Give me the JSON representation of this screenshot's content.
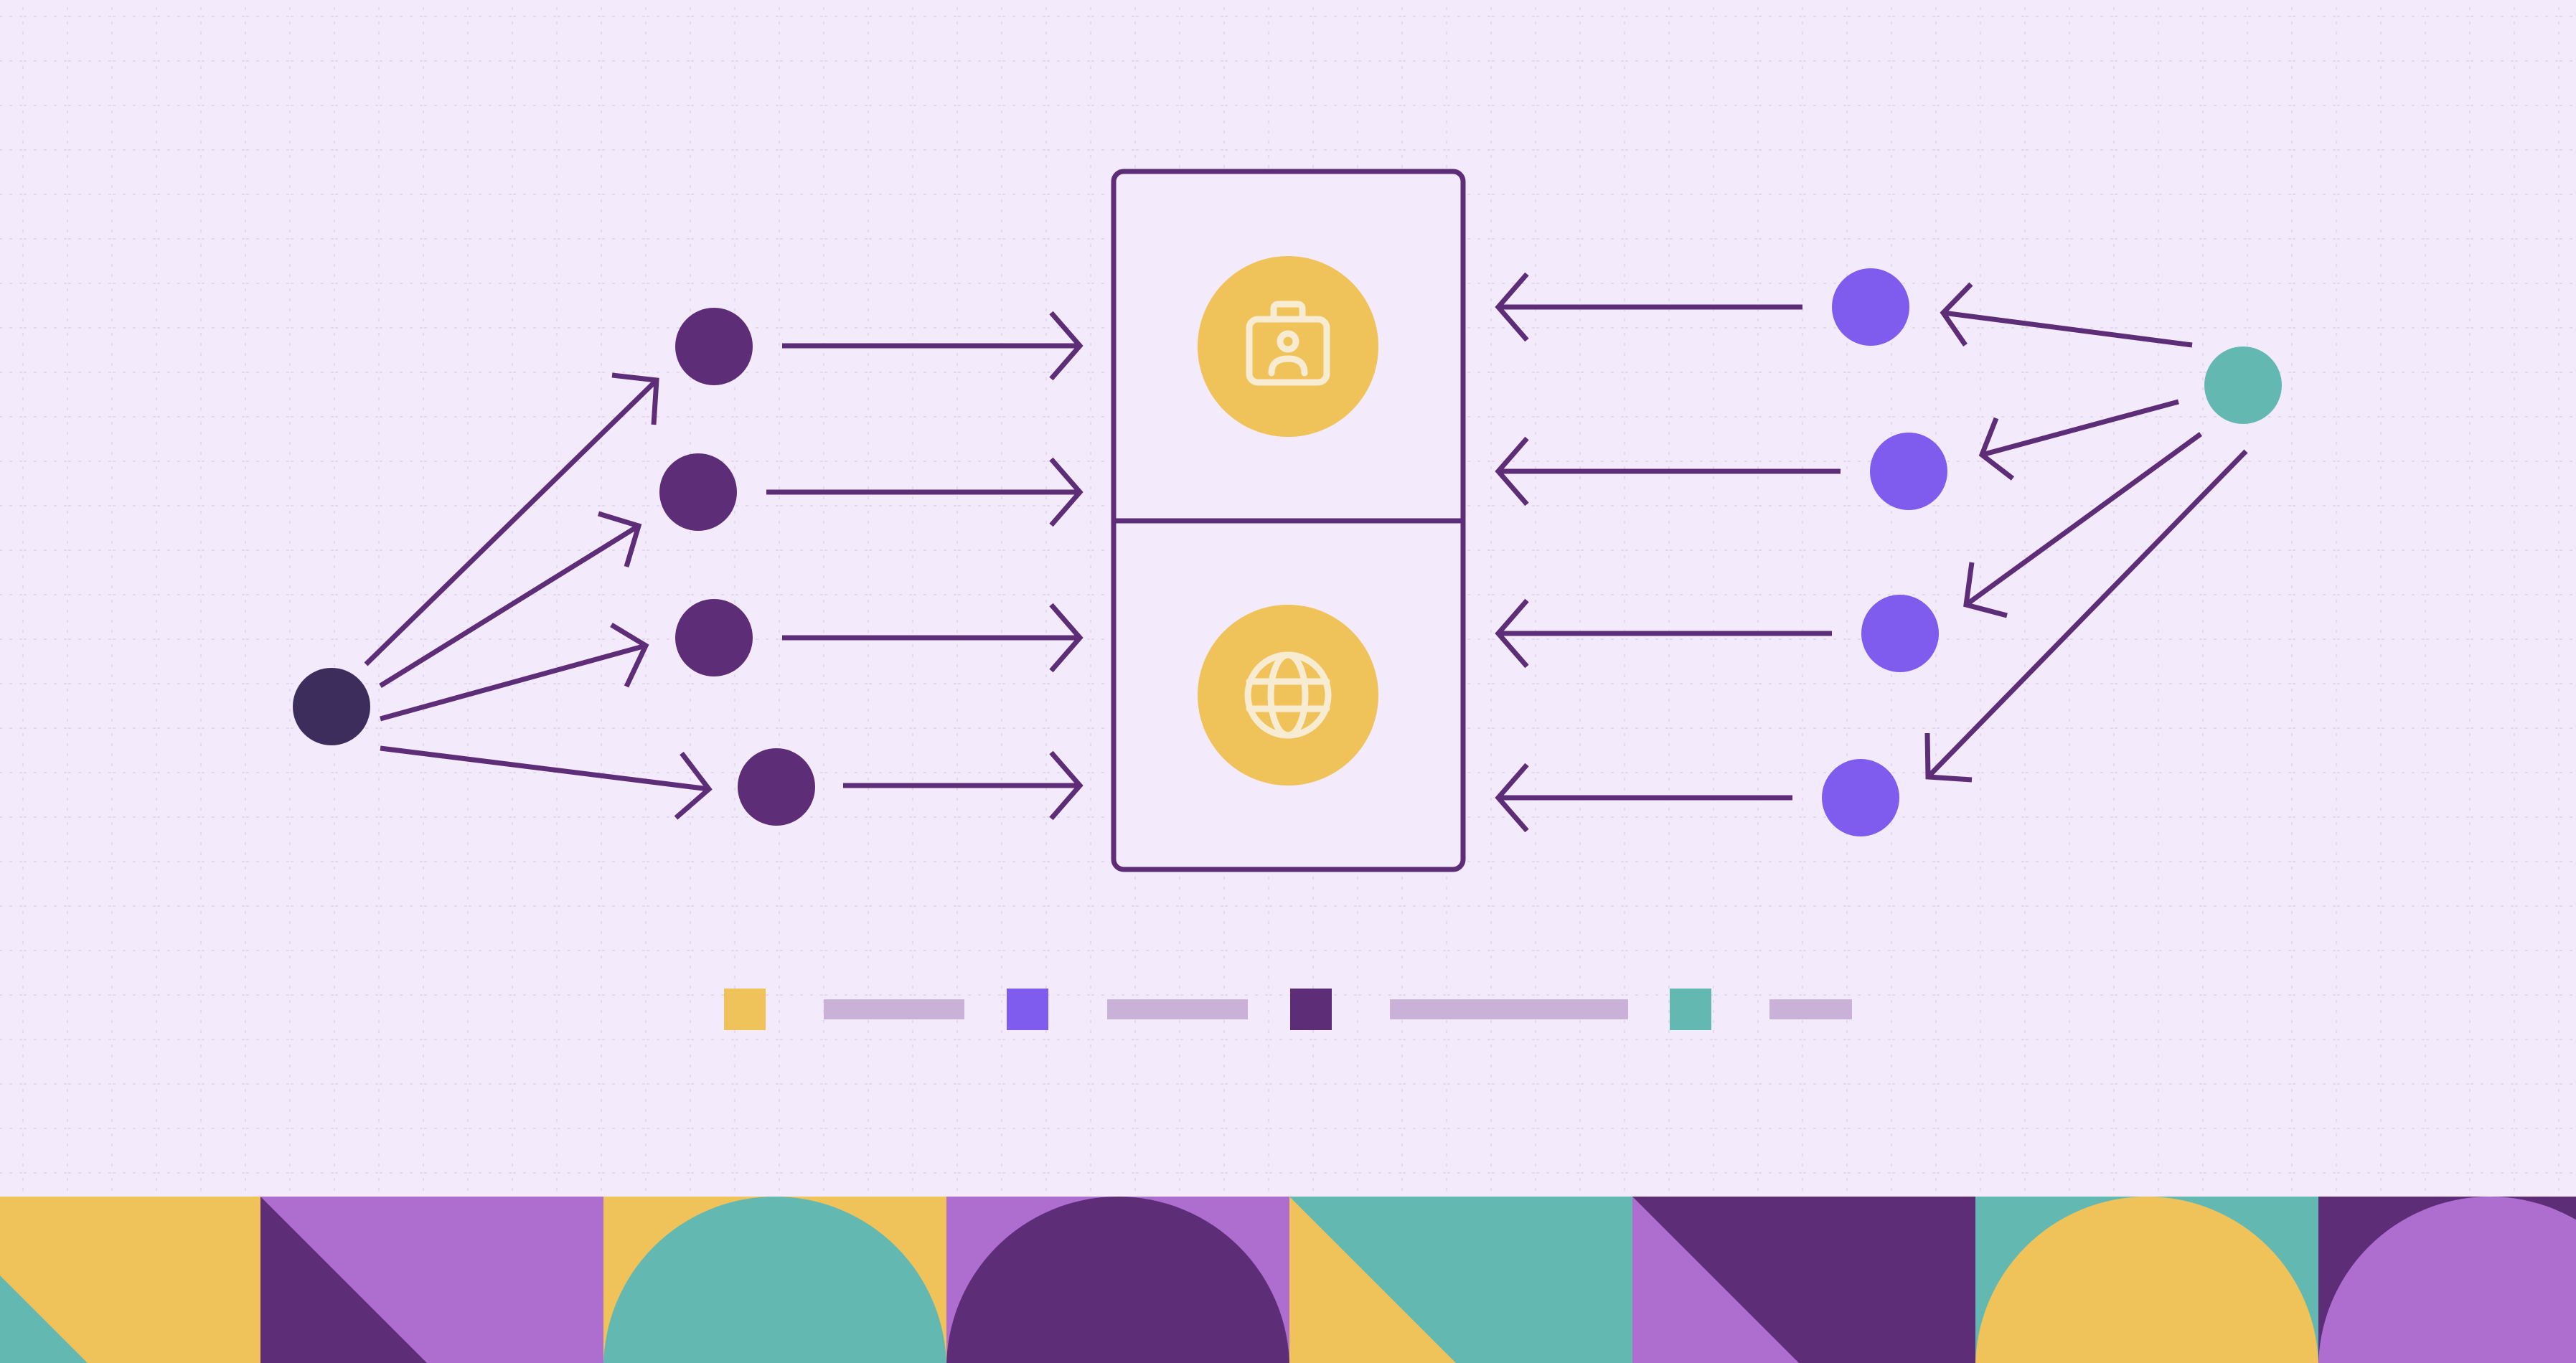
{
  "colors": {
    "background": "#f3ebfc",
    "grid": "#e3d8ef",
    "stroke": "#5e2d78",
    "source_node": "#3d2d5c",
    "left_node": "#5e2d78",
    "right_node": "#7f5bee",
    "hub_node": "#63b8b2",
    "icon_circle": "#f0c25a",
    "icon_stroke": "#f7ecd2",
    "legend_bar": "#c9b1d8",
    "yellow": "#f0c25a",
    "teal": "#63b8b2",
    "lilac": "#ad6ecf",
    "plum": "#5e2d78"
  },
  "diagram": {
    "center_panels": [
      {
        "name": "top-panel",
        "icon": "id-badge-briefcase-icon"
      },
      {
        "name": "bottom-panel",
        "icon": "globe-icon"
      }
    ],
    "left_fan": {
      "source": "source-node",
      "targets": 4
    },
    "right_fan": {
      "hub": "hub-node",
      "targets": 4
    }
  },
  "legend": {
    "items": [
      {
        "swatch": "yellow",
        "label": ""
      },
      {
        "swatch": "right_node",
        "label": ""
      },
      {
        "swatch": "plum",
        "label": ""
      },
      {
        "swatch": "teal",
        "label": ""
      }
    ]
  },
  "footer_pattern": [
    "yellow-with-teal-corner",
    "lilac-plum-diagonal",
    "yellow-teal-semicircle",
    "lilac-plum-semicircle",
    "teal-yellow-diagonal",
    "plum-lilac-diagonal",
    "teal-yellow-semicircle",
    "plum-lilac-semicircle"
  ]
}
